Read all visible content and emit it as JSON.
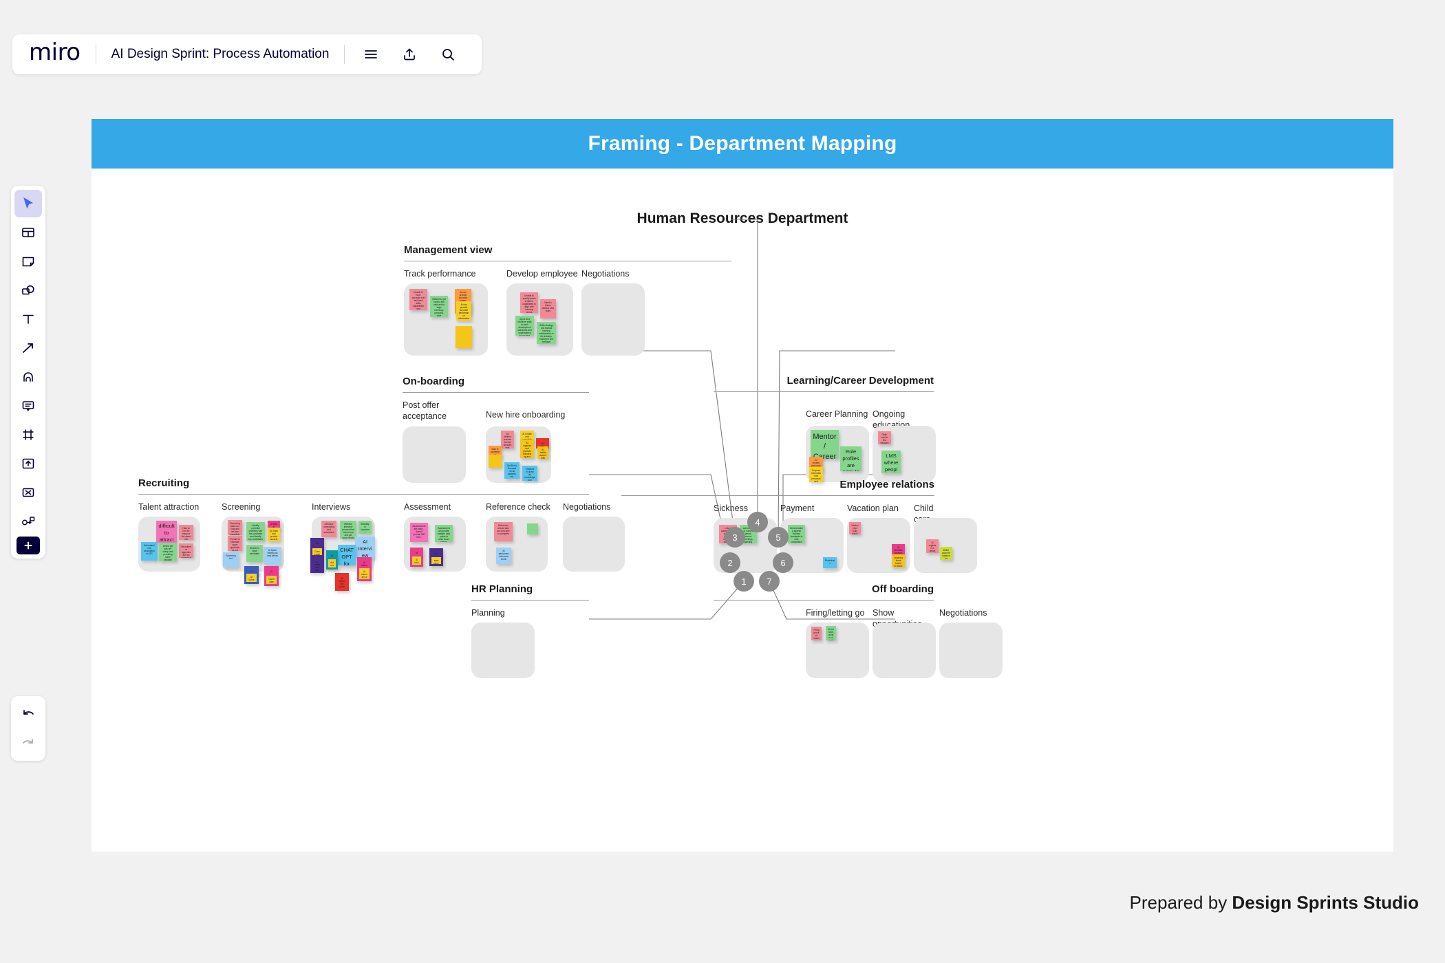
{
  "app": {
    "logo_text": "miro",
    "board_title": "AI Design Sprint: Process Automation",
    "header_icons": [
      {
        "name": "hamburger-menu-icon",
        "glyph": "menu"
      },
      {
        "name": "share-upload-icon",
        "glyph": "upload"
      },
      {
        "name": "search-icon",
        "glyph": "search"
      }
    ]
  },
  "toolbar": {
    "tools": [
      {
        "name": "cursor-select-tool",
        "label": "Select",
        "active": true
      },
      {
        "name": "templates-tool",
        "label": "Templates",
        "active": false
      },
      {
        "name": "sticky-note-tool",
        "label": "Sticky note",
        "active": false
      },
      {
        "name": "shapes-tool",
        "label": "Shapes",
        "active": false
      },
      {
        "name": "text-tool",
        "label": "Text",
        "active": false
      },
      {
        "name": "arrow-connector-tool",
        "label": "Connection line",
        "active": false
      },
      {
        "name": "pen-draw-tool",
        "label": "Pen",
        "active": false
      },
      {
        "name": "comment-tool",
        "label": "Comment",
        "active": false
      },
      {
        "name": "frame-tool",
        "label": "Frame",
        "active": false
      },
      {
        "name": "upload-tool",
        "label": "Upload",
        "active": false
      },
      {
        "name": "apps-tool",
        "label": "More apps",
        "active": false
      },
      {
        "name": "diagram-flow-tool",
        "label": "Diagramming",
        "active": false
      },
      {
        "name": "add-more-tool",
        "label": "More",
        "active": false
      }
    ],
    "history": [
      {
        "name": "undo-button",
        "label": "Undo",
        "disabled": false
      },
      {
        "name": "redo-button",
        "label": "Redo",
        "disabled": true
      }
    ]
  },
  "frame": {
    "title": "Framing - Department Mapping",
    "header_color": "#35a8e8",
    "department_title": "Human Resources Department"
  },
  "footer": {
    "prefix": "Prepared by ",
    "studio": "Design Sprints Studio"
  },
  "hub": {
    "nodes": [
      "1",
      "2",
      "3",
      "4",
      "5",
      "6",
      "7"
    ]
  },
  "groups": [
    {
      "id": "management-view",
      "title": "Management view",
      "columns": [
        {
          "label": "Track performance",
          "notes": [
            {
              "text": "Unable to have accurate soft and hard skills capabilities and measures",
              "color": "#ef8a96"
            },
            {
              "text": "Difficult to get honest and valid and to align learnings company-wide expectations",
              "color": "#85d68c"
            },
            {
              "text": "AI can provide accurate career pathing and what you need to get there",
              "color": "#ff9a3e"
            },
            {
              "text": "AI can provide accurate performance information",
              "color": "#f7cf24"
            }
          ]
        },
        {
          "label": "Develop employee",
          "notes": [
            {
              "text": "Unable to specify levels of skill or capabilities to align with learning needs",
              "color": "#ef8a96"
            },
            {
              "text": "Need a leaner tactical L&D team",
              "color": "#ef8a96"
            },
            {
              "text": "Agree and structure skills to track development standards and expectations for process",
              "color": "#85d68c"
            },
            {
              "text": "Skills strategy and tactical learning collaboration in the industry, employee and manager structured outcomes approach",
              "color": "#85d68c"
            }
          ]
        },
        {
          "label": "Negotiations",
          "notes": []
        }
      ]
    },
    {
      "id": "on-boarding",
      "title": "On-boarding",
      "columns": [
        {
          "label": "Post offer\nacceptance",
          "notes": []
        },
        {
          "label": "New hire onboarding",
          "notes": [
            {
              "text": "No defined process across departments teams for onboarding and on the job training",
              "color": "#ef8a96"
            },
            {
              "text": "AI Create and consolidate information",
              "color": "#f7cf24"
            },
            {
              "text": "AI organise and promote onboarding and training materials and allocate for each role",
              "color": "#f7cf24"
            },
            {
              "text": "AI translate useful tasks",
              "color": "#e8322a"
            },
            {
              "text": "AI builds documents based on roles, team needs with training materials",
              "color": "#ff9a3e"
            },
            {
              "text": "Bots to accelerate onboarding processes",
              "color": "#f7cf24"
            },
            {
              "text": "Get Bot to Onboard on all systems etc",
              "color": "#55c3ee"
            },
            {
              "text": "Chatbots to query our knowledge and management system",
              "color": "#55c3ee"
            }
          ]
        }
      ]
    },
    {
      "id": "recruiting",
      "title": "Recruiting",
      "columns": [
        {
          "label": "Talent attraction",
          "notes": [
            {
              "text": "difficult to attract quality candidates",
              "color": "#f472b6"
            },
            {
              "text": "Hard to hire for many of the same role repeatedly.",
              "color": "#ef8a96"
            },
            {
              "text": "Recruitment agencies are too expensive",
              "color": "#ef8a96"
            },
            {
              "text": "Automated role description in ATS",
              "color": "#55c3ee"
            },
            {
              "text": "Online job ads are cheap and providing some valuable candidates",
              "color": "#85d68c"
            }
          ]
        },
        {
          "label": "Screening",
          "notes": [
            {
              "text": "Screening takes too long and we lose candidates",
              "color": "#ef8a96"
            },
            {
              "text": "It's hard to eliminate spam applications not relevant for the job offer",
              "color": "#ef8a96"
            },
            {
              "text": "identify potential problems with the candidate and identify top candidates",
              "color": "#85d68c"
            },
            {
              "text": "AI Bots to discover and recommend candidate",
              "color": "#ec3b8c"
            },
            {
              "text": "AI notes and provide accurate candidate summary",
              "color": "#f7cf24"
            },
            {
              "text": "Screening bot",
              "color": "#9ed0f5"
            },
            {
              "text": "Shorter to close candidate",
              "color": "#85d68c"
            },
            {
              "text": "AI Spam filtering on mail server",
              "color": "#9ed0f5"
            },
            {
              "text": "AI tools and methods about process",
              "color": "#3b5bbf"
            },
            {
              "text": "AI Screening and understand",
              "color": "#f7cf24"
            },
            {
              "text": "AI Bots to discover and recommend candidate",
              "color": "#ec3b8c"
            },
            {
              "text": "Candidate screening tools build in analysis",
              "color": "#f7cf24"
            }
          ]
        },
        {
          "label": "Interviews",
          "notes": [
            {
              "text": "Interview scheduling isn't automated",
              "color": "#ef8a96"
            },
            {
              "text": "effective interview process that saves time and get good results",
              "color": "#85d68c"
            },
            {
              "text": "flexibility is important",
              "color": "#85d68c"
            },
            {
              "text": "AI Interview",
              "color": "#9ed0f5"
            },
            {
              "text": "CHAT GPT for interview questions",
              "color": "#55c3ee"
            },
            {
              "text": "AI creates notes and review",
              "color": "#4a2d8f"
            },
            {
              "text": "Conversational bot interviewer",
              "color": "#f7cf24"
            },
            {
              "text": "AI notes and groups",
              "color": "#4a2d8f"
            },
            {
              "text": "AI candidate",
              "color": "#0e9aa7"
            },
            {
              "text": "Automated interview scheduling and tracking tool",
              "color": "#f7cf24"
            },
            {
              "text": "AI interview profile system",
              "color": "#e8322a"
            },
            {
              "text": "AI interview notes become useful summary",
              "color": "#ec3b8c"
            },
            {
              "text": "AI summary of candidate",
              "color": "#f7cf24"
            }
          ]
        },
        {
          "label": "Assessment",
          "notes": [
            {
              "text": "Assessments are basic , doesn't provide 360 View .",
              "color": "#f472b6"
            },
            {
              "text": "Assessment will provide multiple data points to other down stream processes",
              "color": "#85d68c"
            },
            {
              "text": "AI review assessments automated",
              "color": "#ec3b8c"
            },
            {
              "text": "AI helps you assess the data and score across company",
              "color": "#f7cf24"
            },
            {
              "text": "AI creates assessments",
              "color": "#4a2d8f"
            },
            {
              "text": "assessment amount score by AI",
              "color": "#f7cf24"
            }
          ]
        },
        {
          "label": "Reference check",
          "notes": [
            {
              "text": "Reference checks take too long time to complete",
              "color": "#ef8a96"
            },
            {
              "text": "AI performed reference check",
              "color": "#9ed0f5"
            },
            {
              "text": "",
              "color": "#85d68c"
            }
          ]
        },
        {
          "label": "Negotiations",
          "notes": []
        }
      ]
    },
    {
      "id": "learning-career-development",
      "title": "Learning/Career Development",
      "columns": [
        {
          "label": "Career Planning",
          "notes": [
            {
              "text": "Mentor / Career Sponsor",
              "color": "#85d68c"
            },
            {
              "text": "Role profiles are easy to copy and paste for new career plans",
              "color": "#85d68c"
            },
            {
              "text": "AI creates personalised career plans and tracked outcomes",
              "color": "#ff9a3e"
            },
            {
              "text": "Propose information for personalised development roadmap",
              "color": "#f7cf24"
            }
          ]
        },
        {
          "label": "Ongoing education",
          "notes": [
            {
              "text": "Older hard to find education",
              "color": "#ef8a96"
            },
            {
              "text": "LMS where people can get tailored development plans.",
              "color": "#85d68c"
            }
          ]
        }
      ]
    },
    {
      "id": "employee-relations",
      "title": "Employee relations",
      "columns": [
        {
          "label": "Sickness",
          "notes": [
            {
              "text": "Lots of administration workflow (booked meetings, follow up etc..)",
              "color": "#ef8a96"
            },
            {
              "text": "automation of comms (email, rebook meetings, planning, etc..)",
              "color": "#85d68c"
            }
          ]
        },
        {
          "label": "Payment",
          "notes": [
            {
              "text": "Benchmarking against industry standards to offer competitive and fair compensation packages",
              "color": "#85d68c"
            },
            {
              "text": "Blockchain",
              "color": "#55c3ee"
            }
          ]
        },
        {
          "label": "Vacation plan",
          "notes": [
            {
              "text": "Vaction plan tools that is bound affect productivity",
              "color": "#ef8a96"
            },
            {
              "text": "AI identifies vacation and recommends workloads",
              "color": "#ec3b8c"
            },
            {
              "text": "Organisational based on leave history across team member planning",
              "color": "#f7cf24"
            }
          ]
        },
        {
          "label": "Child care",
          "notes": [
            {
              "text": "AI organise to attract special interest management to and useful tools to network",
              "color": "#ef8a96"
            },
            {
              "text": "Better work life balance for parents",
              "color": "#cddc39"
            }
          ]
        }
      ]
    },
    {
      "id": "hr-planning",
      "title": "HR Planning",
      "columns": [
        {
          "label": "Planning",
          "notes": []
        }
      ]
    },
    {
      "id": "off-boarding",
      "title": "Off boarding",
      "columns": [
        {
          "label": "Firing/letting go",
          "notes": [
            {
              "text": "Firing process stressful event",
              "color": "#ef8a96"
            },
            {
              "text": "AI bot notes outline on existing",
              "color": "#85d68c"
            }
          ]
        },
        {
          "label": "Show opportunities",
          "notes": []
        },
        {
          "label": "Negotiations",
          "notes": []
        }
      ]
    }
  ]
}
